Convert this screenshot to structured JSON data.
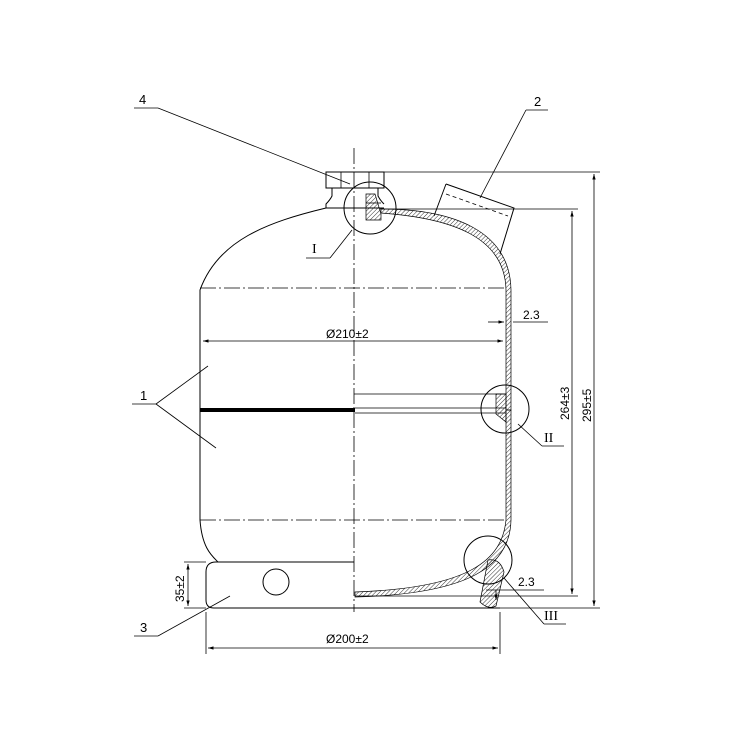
{
  "callouts": {
    "part_1": "1",
    "part_2": "2",
    "part_3": "3",
    "part_4": "4",
    "detail_1": "I",
    "detail_2": "II",
    "detail_3": "III"
  },
  "dimensions": {
    "diameter_top": "Ø210±2",
    "diameter_bottom": "Ø200±2",
    "wall_thickness_side": "2.3",
    "wall_thickness_bottom": "2.3",
    "height_inner": "264±3",
    "height_total": "295±5",
    "base_height": "35±2"
  }
}
